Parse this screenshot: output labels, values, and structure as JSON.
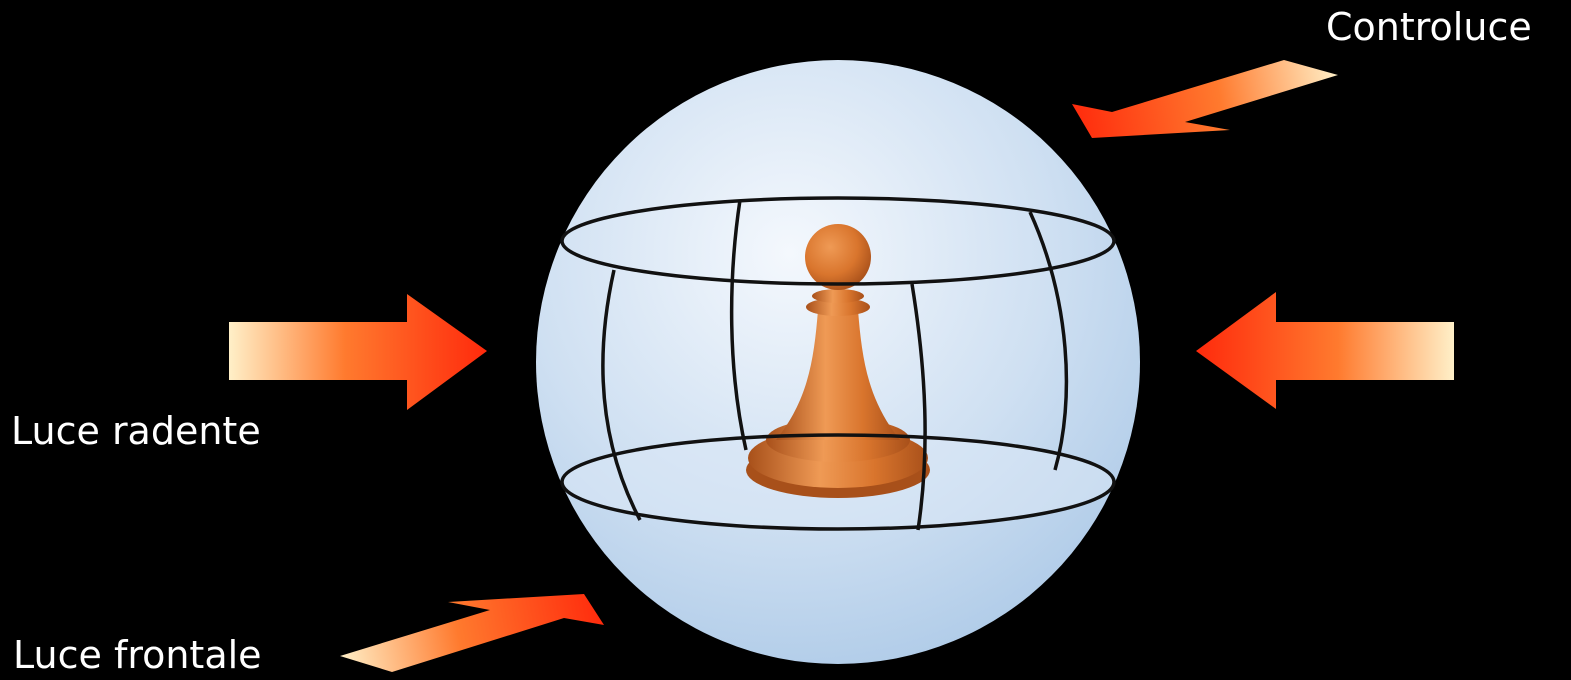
{
  "labels": {
    "controluce": "Controluce",
    "luce_radente": "Luce radente",
    "luce_frontale": "Luce frontale"
  },
  "colors": {
    "background": "#000000",
    "label_text": "#ffffff",
    "sphere_light": "#f4f8fd",
    "sphere_mid": "#cfe0f2",
    "sphere_dark": "#a9c7e6",
    "grid_lines": "#111111",
    "pawn_light": "#ef9a55",
    "pawn_mid": "#d9752d",
    "pawn_dark": "#a8501a",
    "arrow_tip": "#ff2a0c",
    "arrow_mid": "#ff7a2e",
    "arrow_tail": "#fff0c8"
  },
  "icons": {
    "center_object": "chess-pawn-icon",
    "enclosure": "sphere-icon"
  }
}
